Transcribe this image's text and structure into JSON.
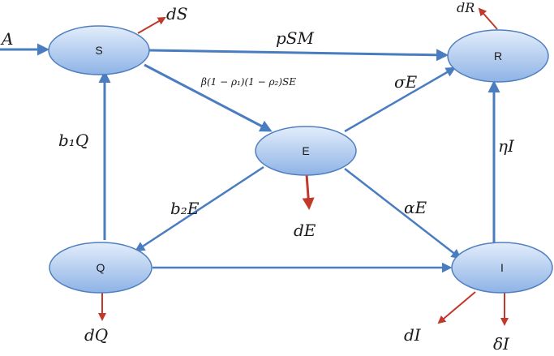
{
  "nodes": {
    "S": "S",
    "E": "E",
    "R": "R",
    "Q": "Q",
    "I": "I"
  },
  "edge_labels": {
    "inflow": "A",
    "dS": "dS",
    "pSM": "pSM",
    "dR": "dR",
    "infection": "β(1 − ρ₁)(1 − ρ₂)SE",
    "sigmaE": "σE",
    "b1Q": "b₁Q",
    "etaI": "ηI",
    "b2E": "b₂E",
    "dE": "dE",
    "alphaE": "αE",
    "dQ": "dQ",
    "dI": "dI",
    "deltaI": "δI"
  },
  "colors": {
    "node_fill_top": "#e3edfb",
    "node_fill_bottom": "#8eb3e6",
    "node_stroke": "#4f7fbf",
    "flow_arrow": "#4a7cc0",
    "death_arrow": "#c0392b"
  }
}
